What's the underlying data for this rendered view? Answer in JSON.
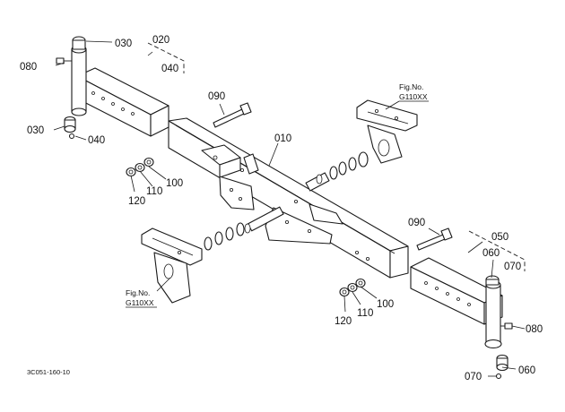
{
  "callouts": {
    "c010": "010",
    "c020": "020",
    "c030a": "030",
    "c030b": "030",
    "c040a": "040",
    "c040b": "040",
    "c050": "050",
    "c060a": "060",
    "c060b": "060",
    "c070a": "070",
    "c070b": "070",
    "c080a": "080",
    "c080b": "080",
    "c090a": "090",
    "c090b": "090",
    "c100a": "100",
    "c100b": "100",
    "c110a": "110",
    "c110b": "110",
    "c120a": "120",
    "c120b": "120"
  },
  "figure_refs": {
    "top_right": {
      "line1": "Fig.No.",
      "line2": "G110XX"
    },
    "bottom_left": {
      "line1": "Fig.No.",
      "line2": "G110XX"
    }
  },
  "diagram_code": "3C051-160-10"
}
